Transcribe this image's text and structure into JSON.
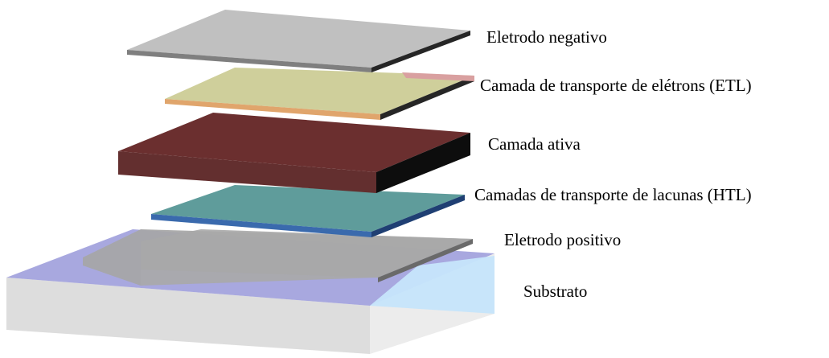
{
  "diagram": {
    "layers": [
      {
        "id": "eletrodo-negativo",
        "label": "Eletrodo negativo",
        "top_color": "#c0c0c0",
        "edge_color": "#7f7f7f",
        "side_color": "#262626"
      },
      {
        "id": "etl",
        "label": "Camada de transporte de elétrons (ETL)",
        "top_color": "#cfcf9b",
        "edge_color": "#e0a56c",
        "side_color": "#d9a0a0"
      },
      {
        "id": "camada-ativa",
        "label": "Camada ativa",
        "top_color": "#6b2f2f",
        "edge_color": "#632f2f",
        "side_color": "#0d0d0d"
      },
      {
        "id": "htl",
        "label": "Camadas de transporte de lacunas (HTL)",
        "top_color": "#5f9c9b",
        "edge_color": "#3a6aad",
        "side_color": "#3a6aad"
      },
      {
        "id": "eletrodo-positivo",
        "label": "Eletrodo positivo",
        "top_color": "#a4a4a4",
        "edge_color": "#8c8c8c",
        "side_color": "#6b6b6b"
      },
      {
        "id": "substrato",
        "label": "Substrato",
        "top_color": "#9b9bdc",
        "edge_color": "#cfcfcf",
        "side_color": "#c8e6fb"
      }
    ]
  }
}
